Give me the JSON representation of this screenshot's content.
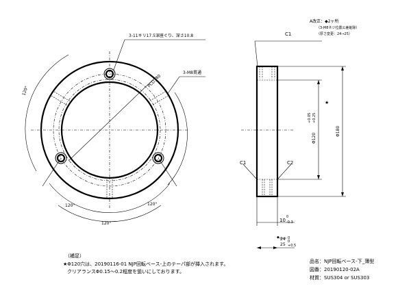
{
  "revision": {
    "line1": "A改正：◆2ヶ所",
    "line2": "（3-M8ネジ位置公差削除）",
    "line3": "（厚さ変更：24→25）"
  },
  "front_view": {
    "counterbore_note": "3-11キリ17.5深座ぐり、深さ10.8",
    "tap_note": "3-M8貫通",
    "pcd_label": "PCD140",
    "angle_left": "120°",
    "angle_bottom_left": "120°",
    "angle_bottom_right": "120°",
    "angle_bottom": "120°"
  },
  "side_view": {
    "c1_top": "C1",
    "c1_left": "C1",
    "c2_right": "C2",
    "dia_inner": "Φ120",
    "dia_inner_tol_upper": "+0.05",
    "dia_inner_tol_lower": "+0.25",
    "star": "★",
    "dia_outer": "Φ180",
    "depth_dim": "10",
    "depth_tol_upper": "0",
    "depth_tol_lower": "-0.3",
    "thick_old": "24",
    "thick_old_tol": "0",
    "thick_new": "25",
    "thick_new_tol_upper": "0",
    "thick_new_tol_lower": "+0.5",
    "rev_mark": "◆"
  },
  "notes": {
    "heading": "（補足）",
    "line1": "★Φ120穴は、20190116-01 NJP回転ベース-上のテーパ部が挿入されます。",
    "line2": "クリアランスΦ0.15～0.2程度を狙いにしております。"
  },
  "title_block": {
    "name": "品名：NJP回転ベース-下_薄型",
    "drawing_no": "図番：20190120-02A",
    "material": "材質：SUS304 or SUS303"
  }
}
